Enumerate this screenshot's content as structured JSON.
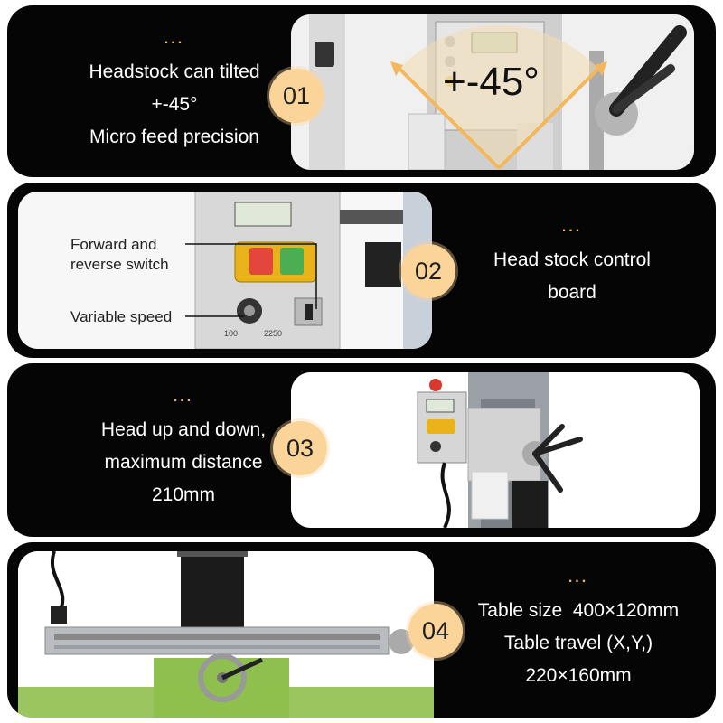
{
  "features": [
    {
      "number": "01",
      "dots": "...",
      "lines": [
        "Headstock can tilted",
        "+-45°",
        "Micro feed precision"
      ],
      "overlay_text": "+-45°"
    },
    {
      "number": "02",
      "dots": "...",
      "lines": [
        "Head stock control",
        "board"
      ],
      "callouts": [
        "Forward and",
        "reverse switch",
        "Variable speed"
      ],
      "dial_min": "100",
      "dial_max": "2250"
    },
    {
      "number": "03",
      "dots": "...",
      "lines": [
        "Head up and down,",
        "maximum distance",
        "210mm"
      ]
    },
    {
      "number": "04",
      "dots": "...",
      "lines": [
        "Table size  400×120mm",
        "Table travel (X,Y,)",
        "220×160mm"
      ]
    }
  ],
  "colors": {
    "panel": "#050505",
    "badge": "#fbd49a",
    "dots": "#f3b75e",
    "machine_green": "#8fbf4e"
  }
}
